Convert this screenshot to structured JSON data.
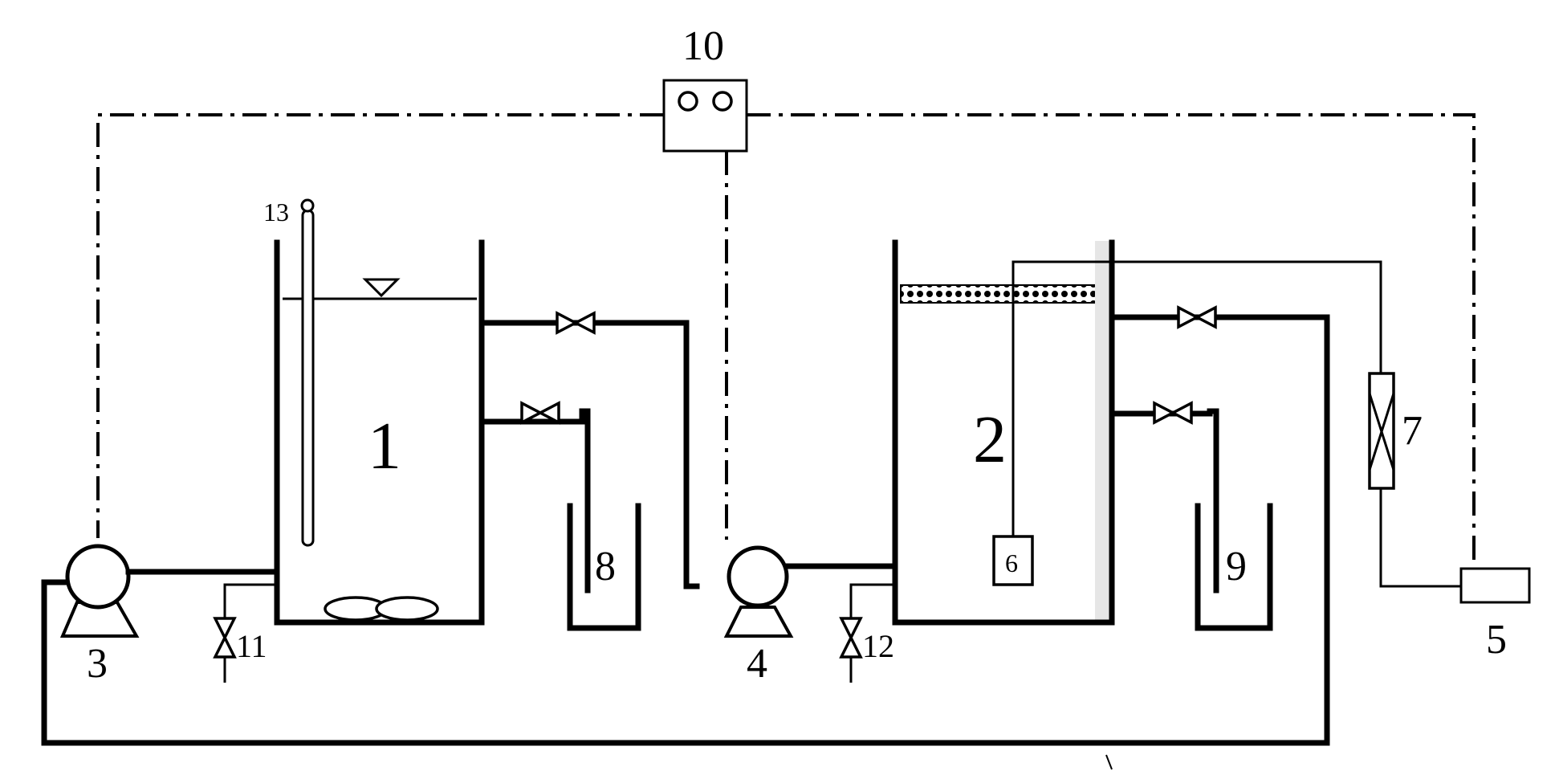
{
  "labels": {
    "reactor_1": "1",
    "reactor_2": "2",
    "pump_3": "3",
    "pump_4": "4",
    "box_5": "5",
    "box_6": "6",
    "flowmeter_7": "7",
    "beaker_8": "8",
    "beaker_9": "9",
    "controller_10": "10",
    "valve_11": "11",
    "valve_12": "12",
    "thermometer_13": "13"
  },
  "colors": {
    "line": "#000000",
    "background": "#ffffff",
    "packing": "#d9d9d9"
  }
}
